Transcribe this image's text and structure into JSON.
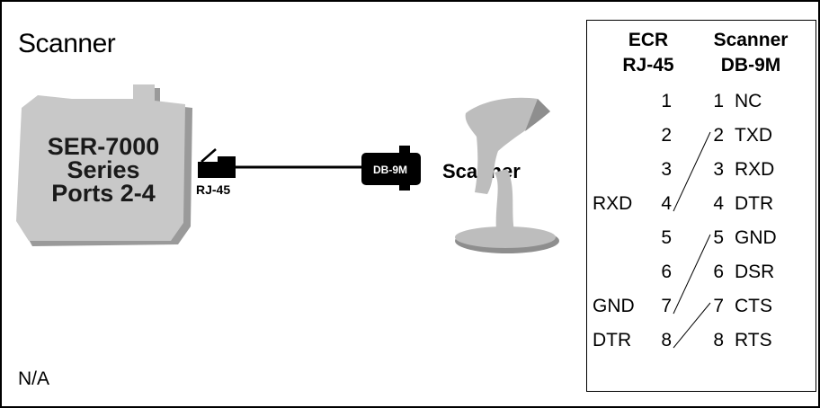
{
  "title": "Scanner",
  "footer_note": "N/A",
  "diagram": {
    "register_label": [
      "SER-7000",
      "Series",
      "Ports 2-4"
    ],
    "rj45_label": "RJ-45",
    "db9_label": "DB-9M",
    "scanner_label": "Scanner"
  },
  "table": {
    "left_header": [
      "ECR",
      "RJ-45"
    ],
    "right_header": [
      "Scanner",
      "DB-9M"
    ],
    "rows": [
      {
        "left_signal": "",
        "left_pin": "1",
        "right_pin": "1",
        "right_signal": "NC"
      },
      {
        "left_signal": "",
        "left_pin": "2",
        "right_pin": "2",
        "right_signal": "TXD"
      },
      {
        "left_signal": "",
        "left_pin": "3",
        "right_pin": "3",
        "right_signal": "RXD"
      },
      {
        "left_signal": "RXD",
        "left_pin": "4",
        "right_pin": "4",
        "right_signal": "DTR"
      },
      {
        "left_signal": "",
        "left_pin": "5",
        "right_pin": "5",
        "right_signal": "GND"
      },
      {
        "left_signal": "",
        "left_pin": "6",
        "right_pin": "6",
        "right_signal": "DSR"
      },
      {
        "left_signal": "GND",
        "left_pin": "7",
        "right_pin": "7",
        "right_signal": "CTS"
      },
      {
        "left_signal": "DTR",
        "left_pin": "8",
        "right_pin": "8",
        "right_signal": "RTS"
      }
    ],
    "connections": [
      {
        "from_left_pin": "4",
        "to_right_pin": "2"
      },
      {
        "from_left_pin": "7",
        "to_right_pin": "5"
      },
      {
        "from_left_pin": "8",
        "to_right_pin": "7"
      }
    ]
  },
  "colors": {
    "register_body": "#c8c8c8",
    "register_shadow": "#9a9a9a",
    "scanner_body": "#bdbdbd",
    "scanner_shadow": "#8e8e8e",
    "connector": "#000000",
    "connector_text": "#ffffff"
  }
}
